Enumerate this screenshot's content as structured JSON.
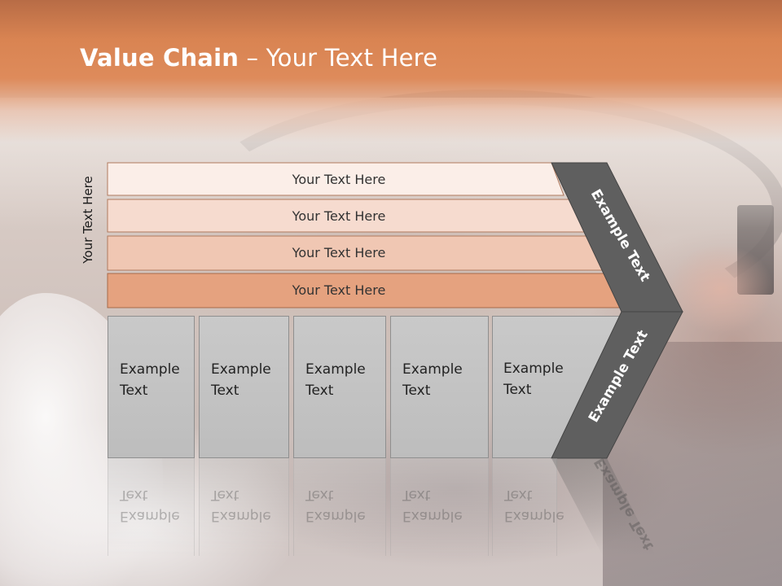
{
  "title": {
    "bold": "Value Chain",
    "rest": " – Your Text Here"
  },
  "side_label": "Your Text Here",
  "support_rows": [
    {
      "label": "Your Text Here",
      "color": "#fbeee8"
    },
    {
      "label": "Your Text Here",
      "color": "#f6dbcf"
    },
    {
      "label": "Your Text Here",
      "color": "#f0c7b3"
    },
    {
      "label": "Your Text Here",
      "color": "#e5a27f"
    }
  ],
  "primary_columns": [
    {
      "label": "Example\nText"
    },
    {
      "label": "Example\nText"
    },
    {
      "label": "Example\nText"
    },
    {
      "label": "Example\nText"
    },
    {
      "label": "Example\nText"
    }
  ],
  "margin": {
    "top_label": "Example Text",
    "bottom_label": "Example Text"
  },
  "colors": {
    "header": "#d98452",
    "chevron": "#5f5f5f",
    "column": "#c4c4c4"
  }
}
